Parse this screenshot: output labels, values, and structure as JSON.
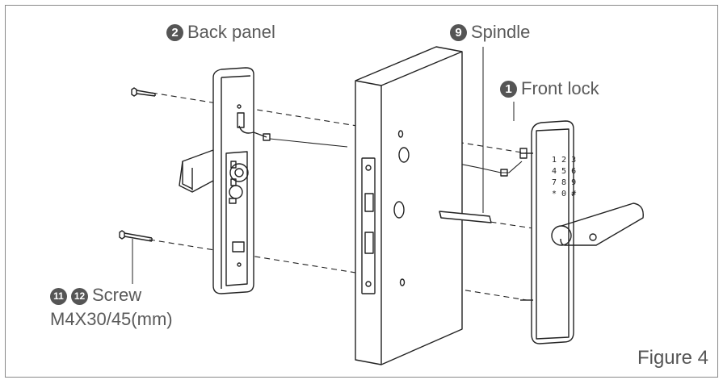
{
  "labels": {
    "back_panel": {
      "num": "2",
      "text": "Back panel"
    },
    "spindle": {
      "num": "9",
      "text": "Spindle"
    },
    "front_lock": {
      "num": "1",
      "text": "Front lock"
    },
    "screw": {
      "num_a": "11",
      "num_b": "12",
      "text": "Screw",
      "spec": "M4X30/45(mm)"
    }
  },
  "keypad": {
    "row1": "1 2 3",
    "row2": "4 5 6",
    "row3": "7 8 9",
    "row4": "* 0 #"
  },
  "figure_caption": "Figure 4",
  "colors": {
    "line": "#222222",
    "label": "#555555",
    "badge": "#555555",
    "frame": "#888888"
  }
}
